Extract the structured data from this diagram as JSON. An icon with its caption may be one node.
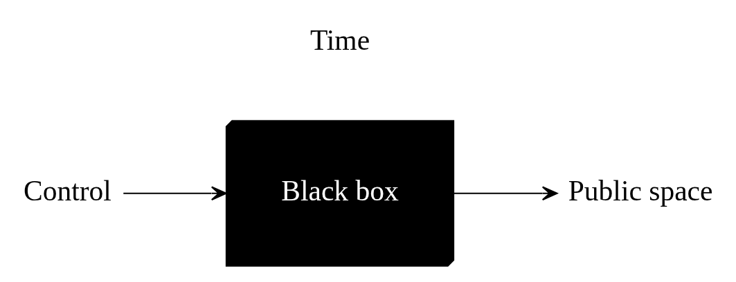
{
  "diagram": {
    "nodes": [
      {
        "text": [
          "Control"
        ]
      },
      {
        "text": [
          "Black box"
        ]
      },
      {
        "text": [
          "Public space"
        ]
      }
    ],
    "edges": [
      {
        "from": 0,
        "to": 1,
        "arrow": "to"
      },
      {
        "from": 1,
        "to": 2,
        "arrow": "to"
      }
    ],
    "labels": [
      "Time"
    ]
  }
}
